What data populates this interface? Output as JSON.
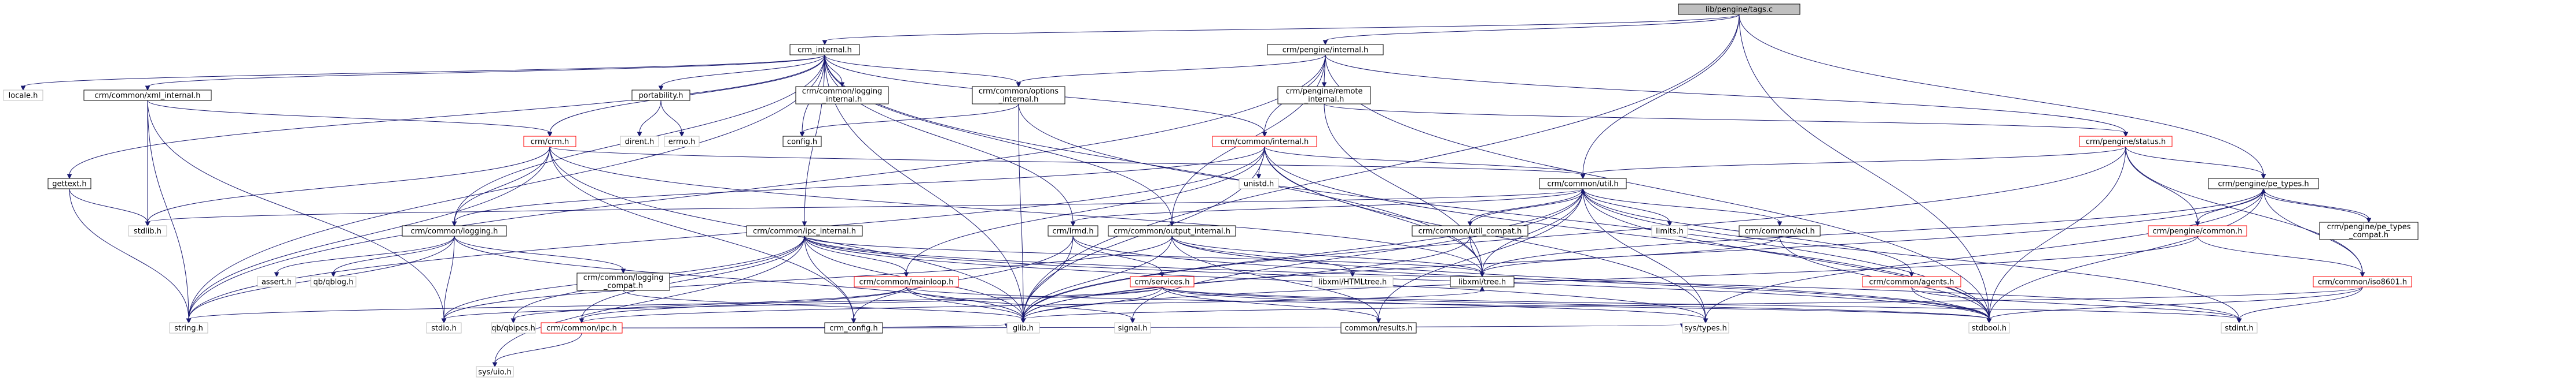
{
  "nodes": [
    {
      "id": "tags",
      "label": "lib/pengine/tags.c"
    },
    {
      "id": "crm_internal",
      "label": "crm_internal.h"
    },
    {
      "id": "pengine_internal",
      "label": "crm/pengine/internal.h"
    },
    {
      "id": "locale",
      "label": "locale.h"
    },
    {
      "id": "gettext",
      "label": "gettext.h"
    },
    {
      "id": "xml_internal",
      "label": "crm/common/xml_internal.h"
    },
    {
      "id": "portability",
      "label": "portability.h"
    },
    {
      "id": "logging_internal",
      "label": [
        "crm/common/logging",
        "_internal.h"
      ]
    },
    {
      "id": "options_internal",
      "label": [
        "crm/common/options",
        "_internal.h"
      ]
    },
    {
      "id": "pe_remote_internal",
      "label": [
        "crm/pengine/remote",
        "_internal.h"
      ]
    },
    {
      "id": "crm_h",
      "label": "crm/crm.h"
    },
    {
      "id": "dirent",
      "label": "dirent.h"
    },
    {
      "id": "errno",
      "label": "errno.h"
    },
    {
      "id": "config",
      "label": "config.h"
    },
    {
      "id": "common_internal",
      "label": "crm/common/internal.h"
    },
    {
      "id": "pe_status",
      "label": "crm/pengine/status.h"
    },
    {
      "id": "unistd",
      "label": "unistd.h"
    },
    {
      "id": "util",
      "label": "crm/common/util.h"
    },
    {
      "id": "pe_types",
      "label": "crm/pengine/pe_types.h"
    },
    {
      "id": "stdlib",
      "label": "stdlib.h"
    },
    {
      "id": "logging",
      "label": "crm/common/logging.h"
    },
    {
      "id": "ipc_internal",
      "label": "crm/common/ipc_internal.h"
    },
    {
      "id": "lrmd",
      "label": "crm/lrmd.h"
    },
    {
      "id": "output_internal",
      "label": "crm/common/output_internal.h"
    },
    {
      "id": "util_compat",
      "label": "crm/common/util_compat.h"
    },
    {
      "id": "limits",
      "label": "limits.h"
    },
    {
      "id": "acl",
      "label": "crm/common/acl.h"
    },
    {
      "id": "pe_types_compat",
      "label": [
        "crm/pengine/pe_types",
        "_compat.h"
      ]
    },
    {
      "id": "pe_common",
      "label": "crm/pengine/common.h"
    },
    {
      "id": "assert",
      "label": "assert.h"
    },
    {
      "id": "qblog",
      "label": "qb/qblog.h"
    },
    {
      "id": "logging_compat",
      "label": [
        "crm/common/logging",
        "_compat.h"
      ]
    },
    {
      "id": "mainloop",
      "label": "crm/common/mainloop.h"
    },
    {
      "id": "services",
      "label": "crm/services.h"
    },
    {
      "id": "libxml_html",
      "label": "libxml/HTMLtree.h"
    },
    {
      "id": "libxml_tree",
      "label": "libxml/tree.h"
    },
    {
      "id": "agents",
      "label": "crm/common/agents.h"
    },
    {
      "id": "iso8601",
      "label": "crm/common/iso8601.h"
    },
    {
      "id": "string",
      "label": "string.h"
    },
    {
      "id": "stdio",
      "label": "stdio.h"
    },
    {
      "id": "qbipcs",
      "label": "qb/qbipcs.h"
    },
    {
      "id": "ipc",
      "label": "crm/common/ipc.h"
    },
    {
      "id": "crm_config",
      "label": "crm_config.h"
    },
    {
      "id": "glib",
      "label": "glib.h"
    },
    {
      "id": "signal",
      "label": "signal.h"
    },
    {
      "id": "results",
      "label": "common/results.h"
    },
    {
      "id": "systypes",
      "label": "sys/types.h"
    },
    {
      "id": "stdbool",
      "label": "stdbool.h"
    },
    {
      "id": "stdint",
      "label": "stdint.h"
    },
    {
      "id": "sysuio",
      "label": "sys/uio.h"
    }
  ],
  "edges": [
    [
      "tags",
      "crm_internal"
    ],
    [
      "tags",
      "pengine_internal"
    ],
    [
      "tags",
      "util"
    ],
    [
      "tags",
      "pe_types"
    ],
    [
      "tags",
      "glib"
    ],
    [
      "tags",
      "stdbool"
    ],
    [
      "crm_internal",
      "locale"
    ],
    [
      "crm_internal",
      "gettext"
    ],
    [
      "crm_internal",
      "xml_internal"
    ],
    [
      "crm_internal",
      "portability"
    ],
    [
      "crm_internal",
      "logging_internal"
    ],
    [
      "crm_internal",
      "options_internal"
    ],
    [
      "crm_internal",
      "config"
    ],
    [
      "crm_internal",
      "common_internal"
    ],
    [
      "crm_internal",
      "logging"
    ],
    [
      "crm_internal",
      "ipc_internal"
    ],
    [
      "crm_internal",
      "lrmd"
    ],
    [
      "crm_internal",
      "output_internal"
    ],
    [
      "crm_internal",
      "libxml_tree"
    ],
    [
      "crm_internal",
      "glib"
    ],
    [
      "crm_internal",
      "string"
    ],
    [
      "crm_internal",
      "crm_h"
    ],
    [
      "pengine_internal",
      "options_internal"
    ],
    [
      "pengine_internal",
      "pe_remote_internal"
    ],
    [
      "pengine_internal",
      "common_internal"
    ],
    [
      "pengine_internal",
      "pe_status"
    ],
    [
      "pengine_internal",
      "output_internal"
    ],
    [
      "pengine_internal",
      "stdbool"
    ],
    [
      "pengine_internal",
      "string"
    ],
    [
      "gettext",
      "stdlib"
    ],
    [
      "gettext",
      "string"
    ],
    [
      "xml_internal",
      "crm_h"
    ],
    [
      "xml_internal",
      "stdlib"
    ],
    [
      "xml_internal",
      "string"
    ],
    [
      "xml_internal",
      "stdio"
    ],
    [
      "portability",
      "dirent"
    ],
    [
      "portability",
      "errno"
    ],
    [
      "options_internal",
      "config"
    ],
    [
      "options_internal",
      "glib"
    ],
    [
      "options_internal",
      "stdbool"
    ],
    [
      "pe_remote_internal",
      "pe_status"
    ],
    [
      "pe_remote_internal",
      "libxml_tree"
    ],
    [
      "crm_h",
      "stdlib"
    ],
    [
      "crm_h",
      "string"
    ],
    [
      "crm_h",
      "logging"
    ],
    [
      "crm_h",
      "util"
    ],
    [
      "crm_h",
      "glib"
    ],
    [
      "crm_h",
      "libxml_tree"
    ],
    [
      "crm_h",
      "crm_config"
    ],
    [
      "common_internal",
      "unistd"
    ],
    [
      "common_internal",
      "util"
    ],
    [
      "common_internal",
      "stdbool"
    ],
    [
      "common_internal",
      "glib"
    ],
    [
      "common_internal",
      "mainloop"
    ],
    [
      "common_internal",
      "libxml_tree"
    ],
    [
      "common_internal",
      "string"
    ],
    [
      "common_internal",
      "logging"
    ],
    [
      "common_internal",
      "systypes"
    ],
    [
      "pe_status",
      "pe_types"
    ],
    [
      "pe_status",
      "pe_common"
    ],
    [
      "pe_status",
      "util"
    ],
    [
      "pe_status",
      "stdbool"
    ],
    [
      "pe_status",
      "iso8601"
    ],
    [
      "pe_status",
      "glib"
    ],
    [
      "util",
      "stdlib"
    ],
    [
      "util",
      "lrmd"
    ],
    [
      "util",
      "util_compat"
    ],
    [
      "util",
      "limits"
    ],
    [
      "util",
      "acl"
    ],
    [
      "util",
      "agents"
    ],
    [
      "util",
      "results"
    ],
    [
      "util",
      "systypes"
    ],
    [
      "util",
      "stdbool"
    ],
    [
      "util",
      "stdint"
    ],
    [
      "util",
      "glib"
    ],
    [
      "util",
      "libxml_tree"
    ],
    [
      "util",
      "signal"
    ],
    [
      "pe_types",
      "pe_types_compat"
    ],
    [
      "pe_types",
      "pe_common"
    ],
    [
      "pe_types",
      "iso8601"
    ],
    [
      "pe_types",
      "stdbool"
    ],
    [
      "pe_types",
      "glib"
    ],
    [
      "pe_types",
      "libxml_tree"
    ],
    [
      "pe_types",
      "systypes"
    ],
    [
      "logging",
      "assert"
    ],
    [
      "logging",
      "qblog"
    ],
    [
      "logging",
      "logging_compat"
    ],
    [
      "logging",
      "stdio"
    ],
    [
      "logging",
      "string"
    ],
    [
      "logging",
      "glib"
    ],
    [
      "ipc_internal",
      "mainloop"
    ],
    [
      "ipc_internal",
      "ipc"
    ],
    [
      "ipc_internal",
      "qbipcs"
    ],
    [
      "ipc_internal",
      "stdbool"
    ],
    [
      "ipc_internal",
      "stdint"
    ],
    [
      "ipc_internal",
      "systypes"
    ],
    [
      "ipc_internal",
      "glib"
    ],
    [
      "ipc_internal",
      "crm_config"
    ],
    [
      "ipc_internal",
      "libxml_tree"
    ],
    [
      "ipc_internal",
      "sysuio"
    ],
    [
      "ipc_internal",
      "stdio"
    ],
    [
      "lrmd",
      "services"
    ],
    [
      "lrmd",
      "stdbool"
    ],
    [
      "lrmd",
      "glib"
    ],
    [
      "lrmd",
      "crm_config"
    ],
    [
      "output_internal",
      "libxml_html"
    ],
    [
      "output_internal",
      "libxml_tree"
    ],
    [
      "output_internal",
      "stdbool"
    ],
    [
      "output_internal",
      "stdio"
    ],
    [
      "output_internal",
      "glib"
    ],
    [
      "output_internal",
      "results"
    ],
    [
      "util_compat",
      "glib"
    ],
    [
      "util_compat",
      "libxml_tree"
    ],
    [
      "util_compat",
      "util"
    ],
    [
      "acl",
      "libxml_tree"
    ],
    [
      "acl",
      "stdbool"
    ],
    [
      "pe_types_compat",
      "pe_types"
    ],
    [
      "pe_common",
      "glib"
    ],
    [
      "pe_common",
      "iso8601"
    ],
    [
      "logging_compat",
      "glib"
    ],
    [
      "mainloop",
      "signal"
    ],
    [
      "mainloop",
      "glib"
    ],
    [
      "mainloop",
      "ipc"
    ],
    [
      "mainloop",
      "qbipcs"
    ],
    [
      "mainloop",
      "stdbool"
    ],
    [
      "services",
      "glib"
    ],
    [
      "services",
      "stdio"
    ],
    [
      "services",
      "stdint"
    ],
    [
      "services",
      "string"
    ],
    [
      "services",
      "stdbool"
    ],
    [
      "services",
      "systypes"
    ],
    [
      "services",
      "results"
    ],
    [
      "agents",
      "stdint"
    ],
    [
      "agents",
      "stdbool"
    ],
    [
      "iso8601",
      "stdint"
    ],
    [
      "iso8601",
      "stdbool"
    ],
    [
      "iso8601",
      "glib"
    ],
    [
      "ipc",
      "systypes"
    ],
    [
      "ipc",
      "sysuio"
    ],
    [
      "ipc",
      "glib"
    ],
    [
      "ipc",
      "libxml_tree"
    ]
  ]
}
